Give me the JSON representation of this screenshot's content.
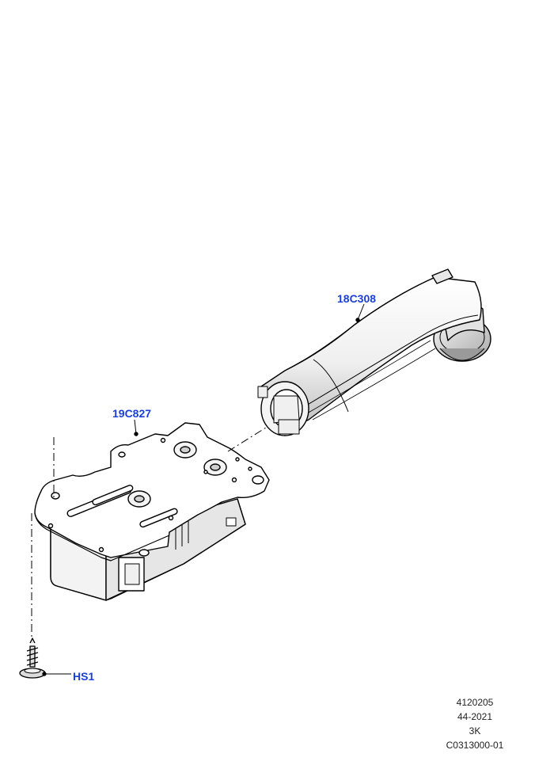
{
  "callouts": {
    "duct": "18C308",
    "module": "19C827",
    "screw": "HS1"
  },
  "reference": {
    "line1": "4120205",
    "line2": "44-2021",
    "line3": "3K",
    "line4": "C0313000-01"
  },
  "colors": {
    "callout": "#1a3fd6",
    "line": "#000000",
    "shade": "#d4d4d4"
  }
}
